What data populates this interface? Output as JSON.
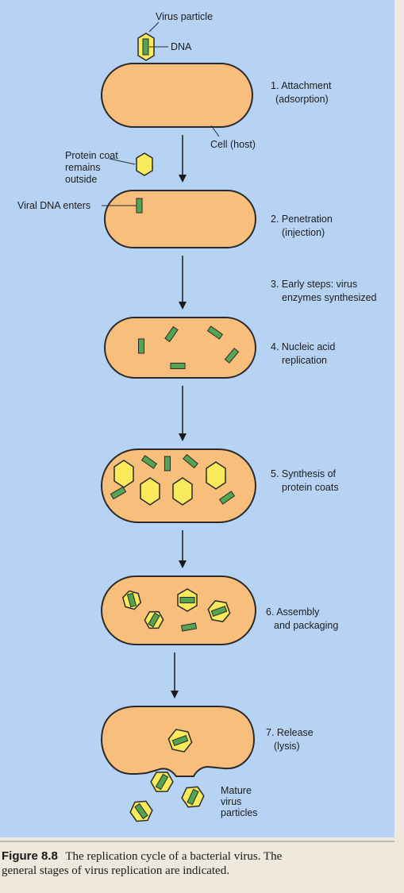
{
  "colors": {
    "panel": "#b7d3f3",
    "cell": "#f8be7c",
    "hexagon": "#f8ea5a",
    "dna": "#54a451",
    "page": "#efe8dc"
  },
  "labels": {
    "virus_particle": "Virus particle",
    "dna": "DNA",
    "cell_host": "Cell (host)",
    "protein_coat": [
      "Protein coat",
      "remains",
      "outside"
    ],
    "viral_dna_enters": "Viral DNA enters",
    "mature_particles": [
      "Mature",
      "virus",
      "particles"
    ]
  },
  "steps": [
    {
      "lines": [
        "1. Attachment",
        "(adsorption)"
      ]
    },
    {
      "lines": [
        "2. Penetration",
        "(injection)"
      ]
    },
    {
      "lines": [
        "3. Early steps: virus",
        "enzymes synthesized"
      ]
    },
    {
      "lines": [
        "4. Nucleic acid",
        "replication"
      ]
    },
    {
      "lines": [
        "5. Synthesis of",
        "protein coats"
      ]
    },
    {
      "lines": [
        "6. Assembly",
        "and packaging"
      ]
    },
    {
      "lines": [
        "7. Release",
        "(lysis)"
      ]
    }
  ],
  "caption": {
    "figure_label": "Figure 8.8",
    "text_line1": "The replication cycle of a bacterial virus. The",
    "text_line2": "general stages of virus replication are indicated."
  }
}
